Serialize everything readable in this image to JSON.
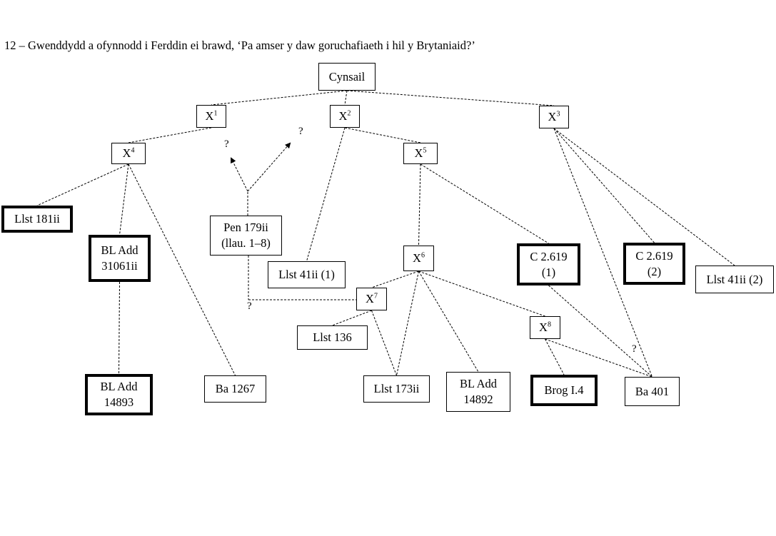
{
  "title": "12 – Gwenddydd a ofynnodd i Ferddin ei brawd, ‘Pa amser y daw goruchafiaeth i hil y Brytaniaid?’",
  "nodes": [
    {
      "id": "cynsail",
      "lines": [
        "Cynsail"
      ],
      "bold": false
    },
    {
      "id": "x1",
      "base": "X",
      "sup": "1",
      "bold": false
    },
    {
      "id": "x2",
      "base": "X",
      "sup": "2",
      "bold": false
    },
    {
      "id": "x3",
      "base": "X",
      "sup": "3",
      "bold": false
    },
    {
      "id": "x4",
      "base": "X",
      "sup": "4",
      "bold": false
    },
    {
      "id": "x5",
      "base": "X",
      "sup": "5",
      "bold": false
    },
    {
      "id": "x6",
      "base": "X",
      "sup": "6",
      "bold": false
    },
    {
      "id": "x7",
      "base": "X",
      "sup": "7",
      "bold": false
    },
    {
      "id": "x8",
      "base": "X",
      "sup": "8",
      "bold": false
    },
    {
      "id": "llst181",
      "lines": [
        "Llst 181ii"
      ],
      "bold": true
    },
    {
      "id": "bladd31061",
      "lines": [
        "BL Add",
        "31061ii"
      ],
      "bold": true
    },
    {
      "id": "pen179",
      "lines": [
        "Pen 179ii",
        "(llau. 1–8)"
      ],
      "bold": false
    },
    {
      "id": "llst41-1",
      "lines": [
        "Llst 41ii (1)"
      ],
      "bold": false
    },
    {
      "id": "c2619-1",
      "lines": [
        "C 2.619",
        "(1)"
      ],
      "bold": true
    },
    {
      "id": "c2619-2",
      "lines": [
        "C 2.619",
        "(2)"
      ],
      "bold": true
    },
    {
      "id": "llst41-2",
      "lines": [
        "Llst 41ii (2)"
      ],
      "bold": false
    },
    {
      "id": "llst136",
      "lines": [
        "Llst 136"
      ],
      "bold": false
    },
    {
      "id": "bladd14893",
      "lines": [
        "BL Add",
        "14893"
      ],
      "bold": true
    },
    {
      "id": "ba1267",
      "lines": [
        "Ba 1267"
      ],
      "bold": false
    },
    {
      "id": "llst173",
      "lines": [
        "Llst 173ii"
      ],
      "bold": false
    },
    {
      "id": "bladd14892",
      "lines": [
        "BL Add",
        "14892"
      ],
      "bold": false
    },
    {
      "id": "brog",
      "lines": [
        "Brog I.4"
      ],
      "bold": true
    },
    {
      "id": "ba401",
      "lines": [
        "Ba 401"
      ],
      "bold": false
    }
  ],
  "edges": [
    {
      "from": "cynsail",
      "to": "x1"
    },
    {
      "from": "cynsail",
      "to": "x2"
    },
    {
      "from": "cynsail",
      "to": "x3"
    },
    {
      "from": "x1",
      "to": "x4"
    },
    {
      "from": "x2",
      "to": "x5"
    },
    {
      "from": "x2",
      "to": "llst41-1"
    },
    {
      "from": "x4",
      "to": "llst181"
    },
    {
      "from": "x4",
      "to": "bladd31061"
    },
    {
      "from": "x4",
      "to": "ba1267"
    },
    {
      "from": "bladd31061",
      "to": "bladd14893"
    },
    {
      "from": "x5",
      "to": "x6"
    },
    {
      "from": "x5",
      "to": "c2619-1"
    },
    {
      "from": "x3",
      "to": "c2619-2"
    },
    {
      "from": "x3",
      "to": "llst41-2"
    },
    {
      "from": "x3",
      "to": "ba401"
    },
    {
      "from": "x6",
      "to": "x7"
    },
    {
      "from": "x6",
      "to": "llst173"
    },
    {
      "from": "x6",
      "to": "bladd14892"
    },
    {
      "from": "x6",
      "to": "x8"
    },
    {
      "from": "x7",
      "to": "llst136"
    },
    {
      "from": "x7",
      "to": "llst173"
    },
    {
      "from": "x8",
      "to": "brog"
    },
    {
      "from": "x8",
      "to": "ba401"
    },
    {
      "from": "c2619-1",
      "to": "ba401"
    }
  ],
  "uncertain_marks": {
    "pen_left_arrow": "?",
    "pen_right_arrow": "?",
    "pen_to_x7": "?",
    "c2619_to_ba401": "?"
  }
}
